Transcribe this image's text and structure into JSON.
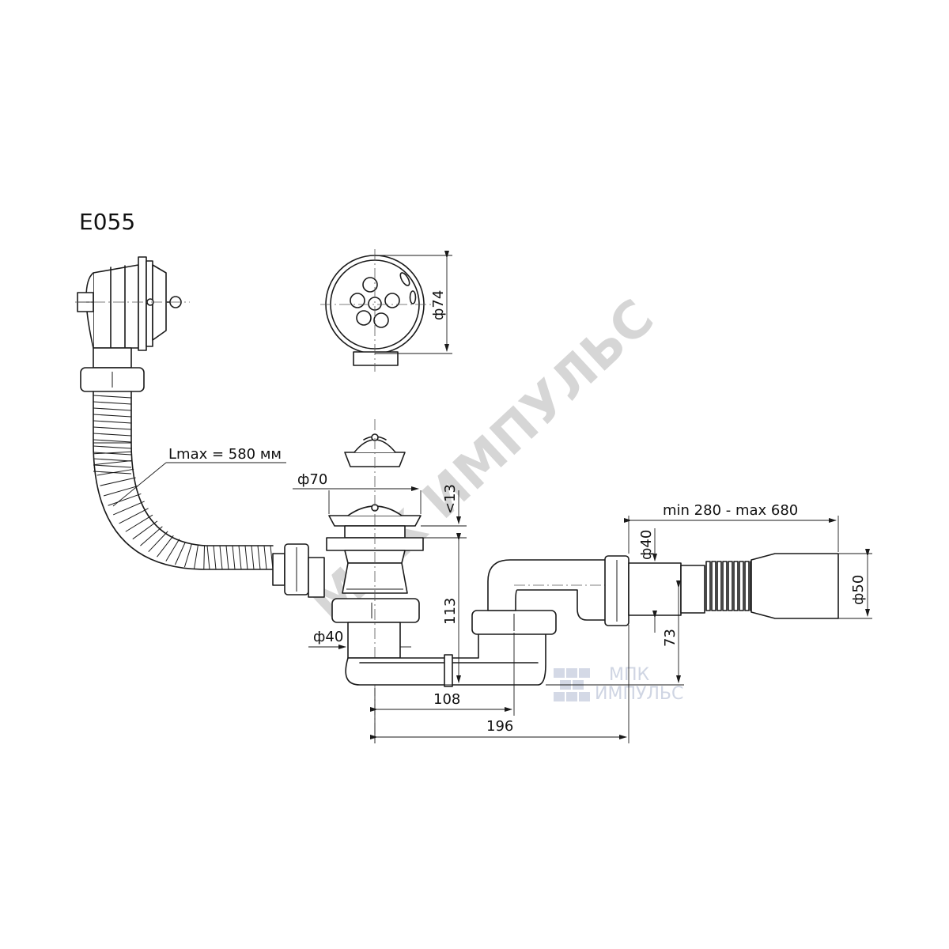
{
  "model": "E055",
  "dimensions": {
    "flex_length": "Lmax = 580 мм",
    "overflow_diameter": "ф74",
    "drain_diameter": "ф70",
    "drain_height": "<13",
    "outlet_diameter_left": "ф40",
    "total_height": "113",
    "adjustable_length": "min 280 - max 680",
    "pipe_diameter": "ф40",
    "outlet_diameter_right": "ф50",
    "siphon_height": "73",
    "distance_1": "108",
    "distance_2": "196"
  },
  "watermark": {
    "diagonal": "МПК ИМПУЛЬС",
    "logo_line1": "МПК",
    "logo_line2": "ИМПУЛЬС"
  }
}
